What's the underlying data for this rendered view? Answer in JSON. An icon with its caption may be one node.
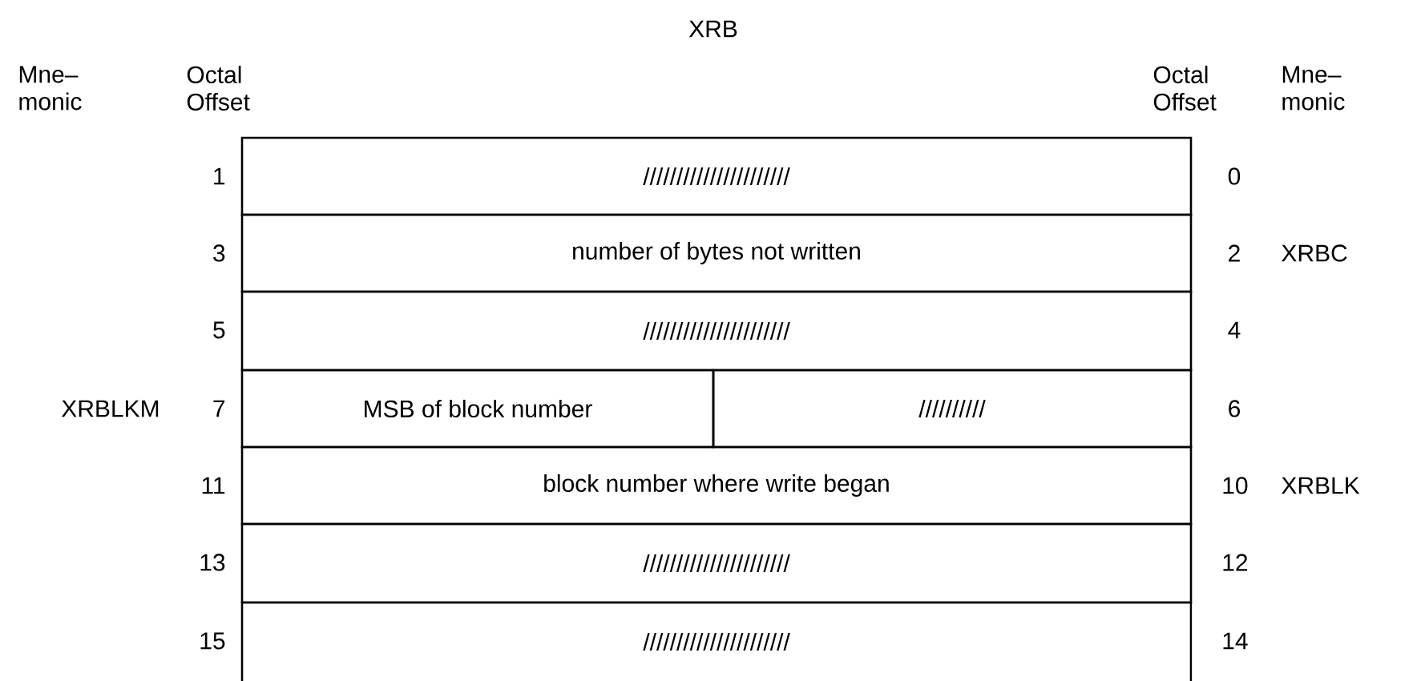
{
  "diagram": {
    "title": "XRB",
    "nodes": [
      {
        "text": [
          "//////////////////////"
        ]
      },
      {
        "text": [
          "number of bytes not written"
        ]
      },
      {
        "text": [
          "//////////////////////"
        ]
      },
      {
        "text": [
          "MSB of block number"
        ]
      },
      {
        "text": [
          "//////////"
        ]
      },
      {
        "text": [
          "block number where write began"
        ]
      },
      {
        "text": [
          "//////////////////////"
        ]
      },
      {
        "text": [
          "//////////////////////"
        ]
      }
    ],
    "labels": [
      "Mne– monic",
      "Octal Offset",
      "Octal Offset",
      "Mne– monic",
      "1",
      "0",
      "3",
      "2",
      "XRBC",
      "5",
      "4",
      "XRBLKM",
      "7",
      "6",
      "11",
      "10",
      "XRBLK",
      "13",
      "12",
      "15",
      "14"
    ]
  }
}
